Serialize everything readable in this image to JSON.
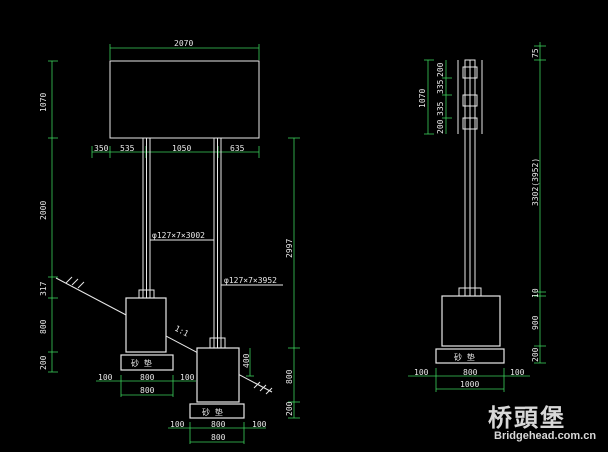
{
  "colors": {
    "background": "#000000",
    "lines": "#e8e8e8",
    "dimensions": "#3ad05a"
  },
  "front_view": {
    "sign_width": "2070",
    "sign_height": "1070",
    "segments": [
      "350",
      "535",
      "1050",
      "635"
    ],
    "post_height": "2000",
    "post_spec_left": "φ127×7×3002",
    "post_spec_right": "φ127×7×3952",
    "total_height": "2997",
    "offset": "317",
    "footing_height": "800",
    "sand_height": "200",
    "footing_depth_2": "400",
    "footing_height_2": "800",
    "sand_height_2": "200",
    "slope": "1:1",
    "sand_label": "砂 垫",
    "base_left": "100",
    "base_mid": "800",
    "base_right": "100",
    "base_total": "800"
  },
  "side_view": {
    "top": "75",
    "upper": "200",
    "mid1": "335",
    "mid2": "335",
    "lower": "200",
    "sign_height": "1070",
    "post_height": "3302(3952)",
    "gap": "10",
    "footing_height": "900",
    "sand_height": "200",
    "sand_label": "砂 垫",
    "base_left": "100",
    "base_mid": "800",
    "base_right": "100",
    "base_total": "1000"
  },
  "watermark": {
    "chinese": "桥頭堡",
    "english": "Bridgehead.com.cn"
  }
}
